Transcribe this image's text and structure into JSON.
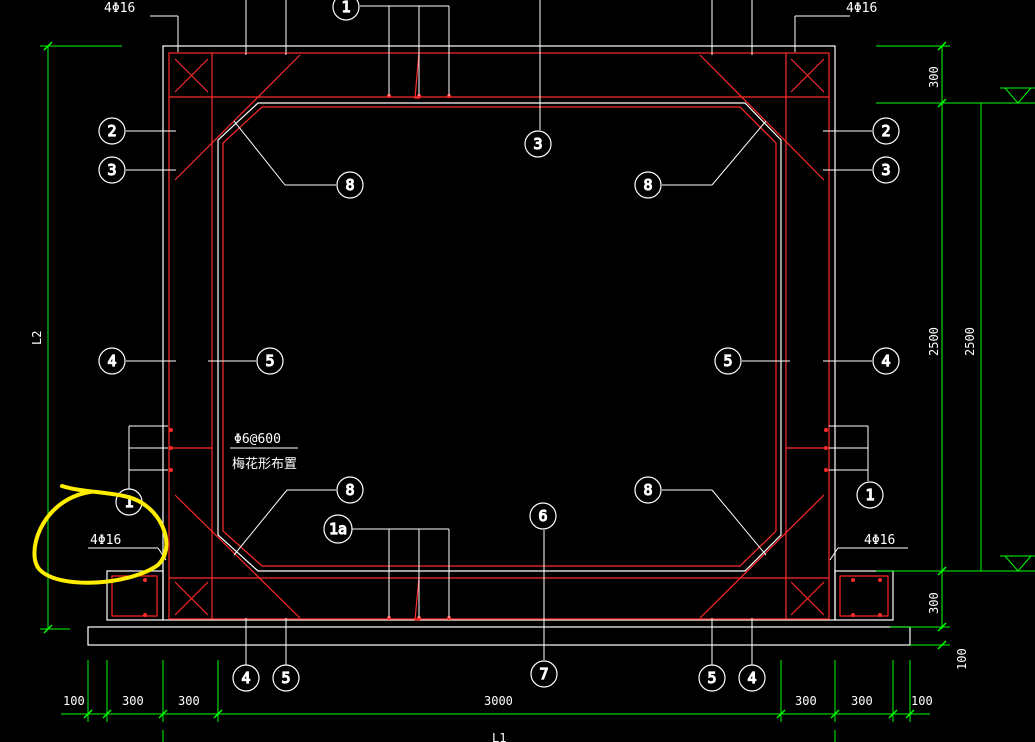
{
  "colors": {
    "background": "#000000",
    "concrete": "#ffffff",
    "rebar": "#ff2a2a",
    "dimension": "#00ff00",
    "highlight": "#ffff00"
  },
  "rebar_labels": {
    "top_left": "4Φ16",
    "top_right": "4Φ16",
    "bottom_left": "4Φ16",
    "bottom_right": "4Φ16"
  },
  "note": {
    "line1": "Φ6@600",
    "line2": "梅花形布置"
  },
  "callouts": {
    "c1_top": "1",
    "c3_top": "3",
    "c2_left": "2",
    "c3_left": "3",
    "c2_right": "2",
    "c3_right": "3",
    "c8_ul": "8",
    "c8_ur": "8",
    "c4_left": "4",
    "c5_left": "5",
    "c5_right": "5",
    "c4_right": "4",
    "c1_left": "1",
    "c1_right": "1",
    "c8_ll": "8",
    "c8_lr": "8",
    "c1a": "1a",
    "c6": "6",
    "c4_bl": "4",
    "c5_bl": "5",
    "c7": "7",
    "c5_br": "5",
    "c4_br": "4"
  },
  "dimensions": {
    "bottom": [
      "100",
      "300",
      "300",
      "3000",
      "300",
      "300",
      "100"
    ],
    "bottom_total": "L1",
    "left_total": "L2",
    "right_top": "300",
    "right_mid_inner": "2500",
    "right_mid_outer": "2500",
    "right_bot": "300",
    "right_base": "100"
  }
}
